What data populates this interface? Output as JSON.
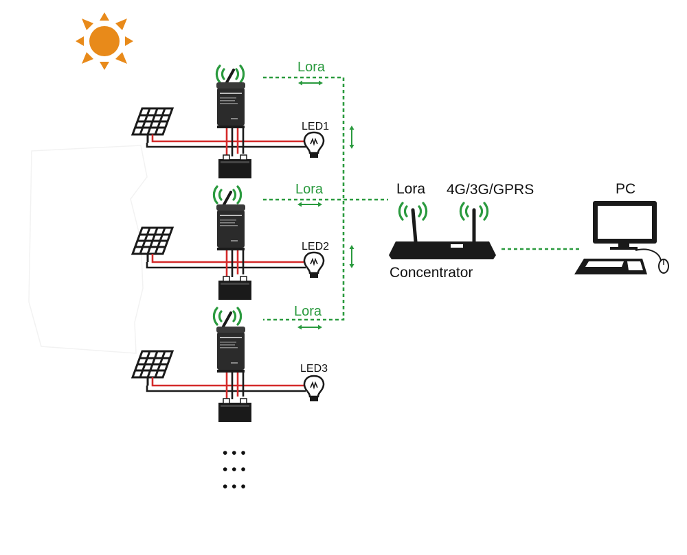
{
  "labels": {
    "lora_link_1": "Lora",
    "lora_link_2": "Lora",
    "lora_link_3": "Lora",
    "led1": "LED1",
    "led2": "LED2",
    "led3": "LED3",
    "concentrator_lora": "Lora",
    "concentrator_cellular": "4G/3G/GPRS",
    "concentrator": "Concentrator",
    "pc": "PC",
    "more_rows": "• • •"
  },
  "colors": {
    "lora_green": "#2a9a3e",
    "sun_orange": "#e88a1a",
    "wire_red": "#d42a2a",
    "wire_black": "#1a1a1a",
    "device_dark": "#2b2b2b"
  },
  "icons": [
    "sun-icon",
    "solar-panel-icon",
    "controller-icon",
    "battery-icon",
    "bulb-icon",
    "router-icon",
    "computer-icon",
    "signal-waves-icon"
  ]
}
